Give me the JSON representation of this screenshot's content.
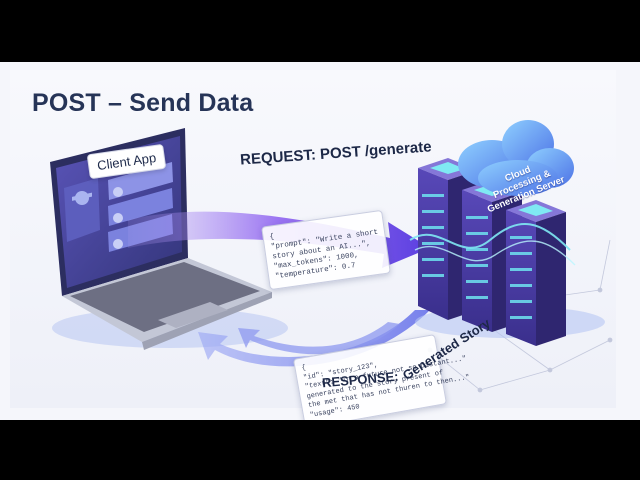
{
  "slide": {
    "title": "POST – Send Data",
    "client_label": "Client App",
    "request_label": "REQUEST: POST /generate",
    "response_label": "RESPONSE:",
    "response_story_label": "Generated Story",
    "server_label_lines": [
      "Cloud",
      "Processing &",
      "Generation Server"
    ]
  },
  "request_json": [
    "{",
    "\"prompt\": \"Write a short",
    "story about an AI...\",",
    "\"max_tokens\": 1000,",
    "\"temperature\": 0.7"
  ],
  "response_json": [
    "{",
    "\"id\": \"story_123\",",
    "\"text\": \"In a future not so distant...\"",
    "generated to the story present of",
    "the met that has not thuren to then...\"",
    "\"usage\": 450"
  ],
  "colors": {
    "title": "#263457",
    "arrow_purple": "#7b4fe0",
    "arrow_blue": "#4a6ae8",
    "server_body": "#4b3fa6",
    "server_light": "#6fe3f0",
    "laptop_screen": "#3e3f8f"
  },
  "icons": [
    "laptop-icon",
    "server-rack-icon",
    "cloud-icon"
  ]
}
